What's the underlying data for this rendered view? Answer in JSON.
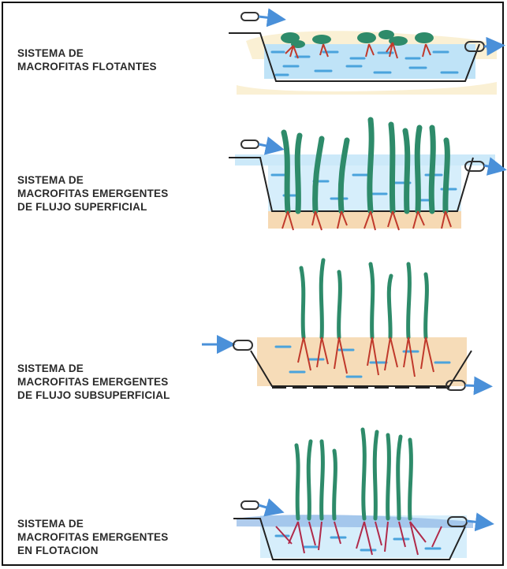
{
  "panels": [
    {
      "id": "flotantes",
      "lines": [
        "SISTEMA DE",
        "MACROFITAS FLOTANTES"
      ]
    },
    {
      "id": "flujo-superficial",
      "lines": [
        "SISTEMA DE",
        "MACROFITAS EMERGENTES",
        "DE FLUJO SUPERFICIAL"
      ]
    },
    {
      "id": "flujo-subsuperficial",
      "lines": [
        "SISTEMA DE",
        "MACROFITAS EMERGENTES",
        "DE FLUJO SUBSUPERFICIAL"
      ]
    },
    {
      "id": "flotacion",
      "lines": [
        "SISTEMA DE",
        "MACROFITAS EMERGENTES",
        "EN FLOTACION"
      ]
    }
  ],
  "colors": {
    "water": "#7fc4ea",
    "plant": "#2e8b6a",
    "root": "#c0392b",
    "substrate": "#f6dca8",
    "outline": "#222222"
  }
}
